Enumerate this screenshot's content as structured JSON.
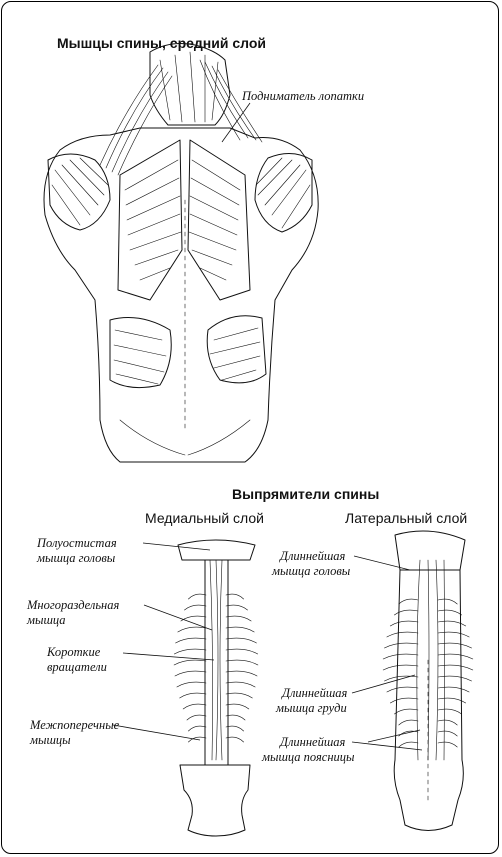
{
  "top": {
    "title": "Мышцы спины, средний слой",
    "label_levator": "Подниматель лопатки"
  },
  "bottom": {
    "title": "Выпрямители спины",
    "medial_title": "Медиальный слой",
    "lateral_title": "Латеральный слой",
    "medial_labels": {
      "semispinalis_l1": "Полуостистая",
      "semispinalis_l2": "мышца головы",
      "multifidus_l1": "Многораздельная",
      "multifidus_l2": "мышца",
      "rotatores_l1": "Короткие",
      "rotatores_l2": "вращатели",
      "intertransversarii_l1": "Межпоперечные",
      "intertransversarii_l2": "мышцы"
    },
    "lateral_labels": {
      "capitis_l1": "Длиннейшая",
      "capitis_l2": "мышца головы",
      "thoracis_l1": "Длиннейшая",
      "thoracis_l2": "мышца груди",
      "lumborum_l1": "Длиннейшая",
      "lumborum_l2": "мышца поясницы"
    }
  }
}
